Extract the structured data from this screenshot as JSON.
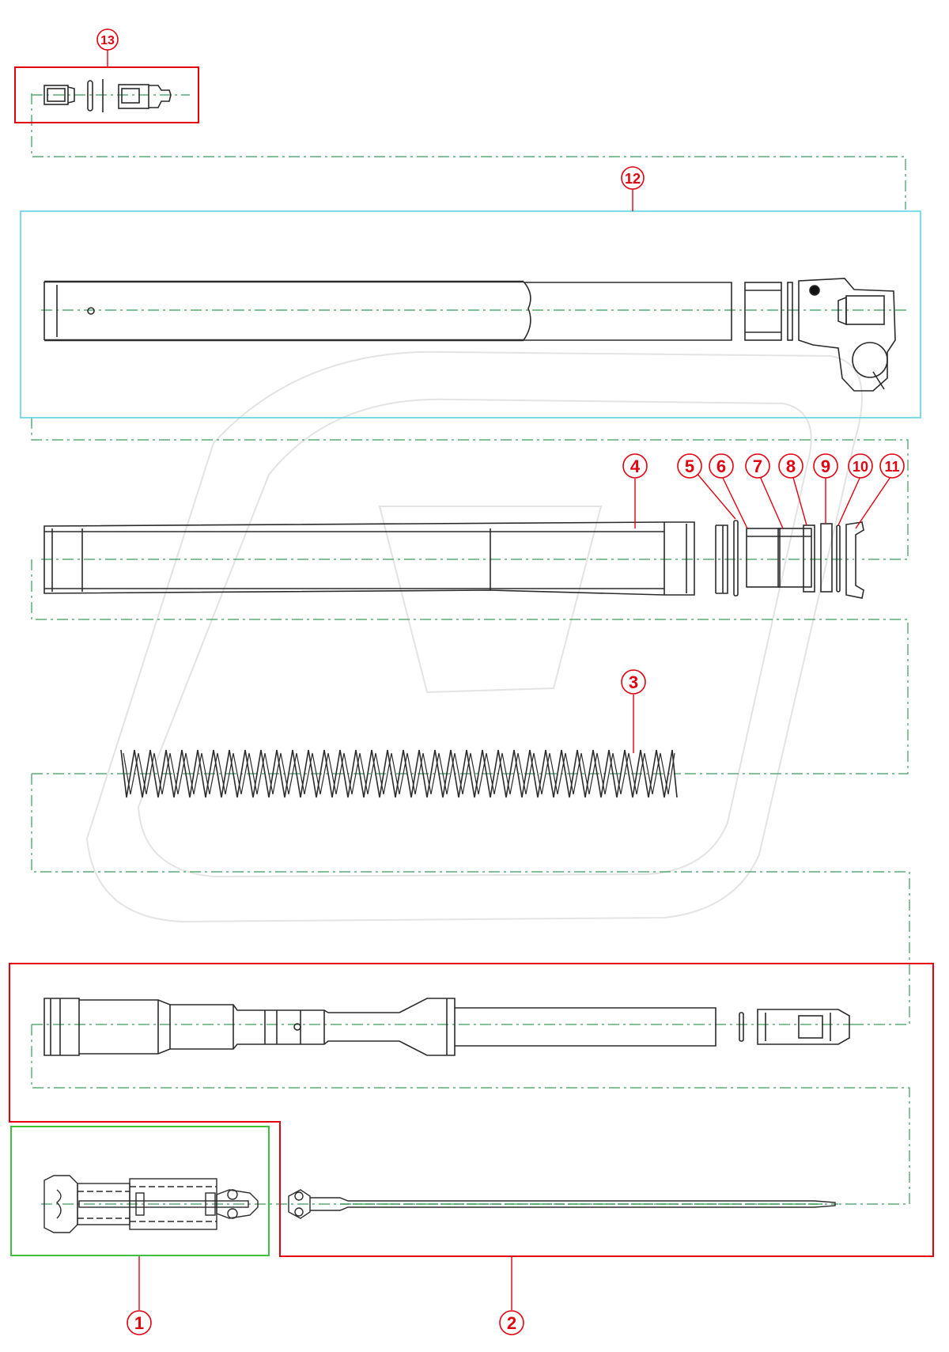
{
  "colors": {
    "callout": "#e3000f",
    "group_box_red": "#e3000f",
    "group_box_green": "#3fc13f",
    "group_box_cyan": "#5fd3e6",
    "center_line": "#3a9a5a",
    "part_line": "#2b2b2b",
    "watermark": "#d8d8d8"
  },
  "callouts": {
    "c1": "1",
    "c2": "2",
    "c3": "3",
    "c4": "4",
    "c5": "5",
    "c6": "6",
    "c7": "7",
    "c8": "8",
    "c9": "9",
    "c10": "10",
    "c11": "11",
    "c12": "12",
    "c13": "13"
  }
}
